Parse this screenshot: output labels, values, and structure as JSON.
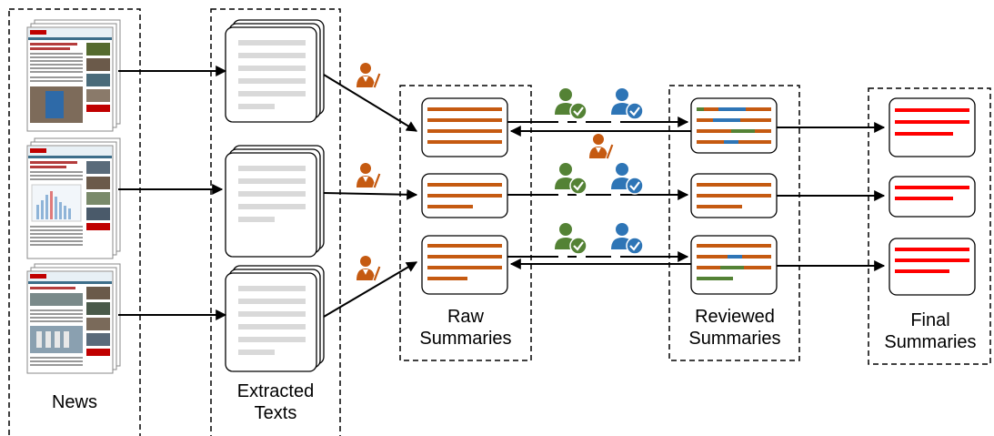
{
  "stages": {
    "news": "News",
    "extracted": {
      "line1": "Extracted",
      "line2": "Texts"
    },
    "raw": {
      "line1": "Raw",
      "line2": "Summaries"
    },
    "reviewed": {
      "line1": "Reviewed",
      "line2": "Summaries"
    },
    "final": {
      "line1": "Final",
      "line2": "Summaries"
    }
  },
  "colors": {
    "raw_line": "#c55a11",
    "review_blue": "#2e75b6",
    "review_green": "#548235",
    "final_line": "#ff0000",
    "text_placeholder": "#d9d9d9",
    "annotator_icon": "#c55a11",
    "reviewer_green_icon": "#548235",
    "reviewer_blue_icon": "#2e75b6"
  },
  "icons": {
    "annotator": "person-pencil-icon",
    "reviewer": "person-check-icon"
  }
}
